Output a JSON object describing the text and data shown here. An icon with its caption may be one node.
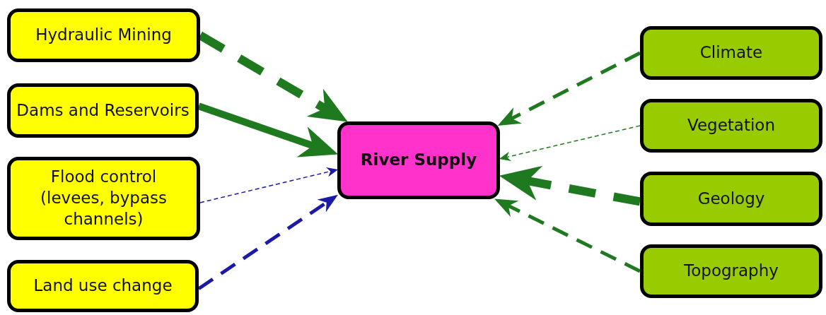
{
  "diagram": {
    "nodes": [
      {
        "text": [
          "Hydraulic Mining"
        ]
      },
      {
        "text": [
          "Dams and Reservoirs"
        ]
      },
      {
        "text": [
          "Flood control (levees, bypass channels)"
        ]
      },
      {
        "text": [
          "Land use change"
        ]
      },
      {
        "text": [
          "River Supply"
        ]
      },
      {
        "text": [
          "Climate"
        ]
      },
      {
        "text": [
          "Vegetation"
        ]
      },
      {
        "text": [
          "Geology"
        ]
      },
      {
        "text": [
          "Topography"
        ]
      }
    ],
    "edges": [
      {
        "from": 0,
        "to": 4,
        "arrow": "to",
        "style": "dashed"
      },
      {
        "from": 1,
        "to": 4,
        "arrow": "to",
        "style": "thick"
      },
      {
        "from": 2,
        "to": 4,
        "arrow": "to",
        "style": "dashed",
        "color": "#1a1aa6"
      },
      {
        "from": 3,
        "to": 4,
        "arrow": "to",
        "style": "dashed",
        "color": "#1a1aa6"
      },
      {
        "from": 5,
        "to": 4,
        "arrow": "to",
        "style": "dashed"
      },
      {
        "from": 6,
        "to": 4,
        "arrow": "to",
        "style": "dashed"
      },
      {
        "from": 7,
        "to": 4,
        "arrow": "to",
        "style": "dashed"
      },
      {
        "from": 8,
        "to": 4,
        "arrow": "to",
        "style": "dashed"
      }
    ]
  }
}
